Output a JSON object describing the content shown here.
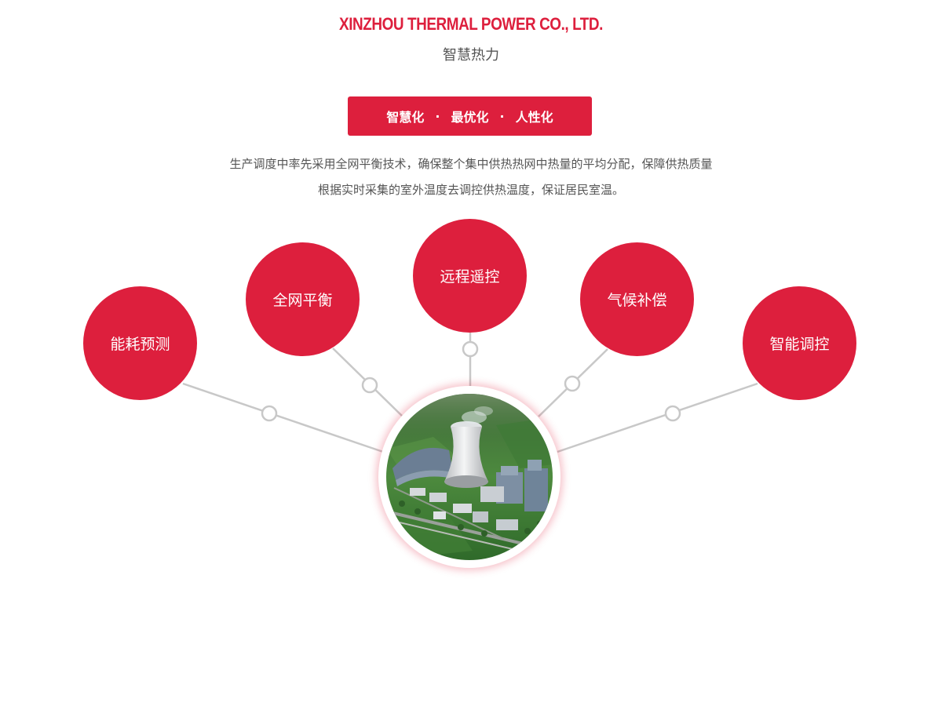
{
  "header": {
    "company": "XINZHOU THERMAL POWER CO., LTD.",
    "subtitle": "智慧热力"
  },
  "banner": {
    "items": [
      "智慧化",
      "最优化",
      "人性化"
    ],
    "separator": "·"
  },
  "description": {
    "line1": "生产调度中率先采用全网平衡技术，确保整个集中供热热网中热量的平均分配，保障供热质量",
    "line2": "根据实时采集的室外温度去调控供热温度，保证居民室温。"
  },
  "features": [
    {
      "label": "能耗预测"
    },
    {
      "label": "全网平衡"
    },
    {
      "label": "远程遥控"
    },
    {
      "label": "气候补偿"
    },
    {
      "label": "智能调控"
    }
  ],
  "center_image": {
    "icon": "thermal-power-plant-illustration"
  },
  "colors": {
    "accent": "#dd1f3d",
    "text": "#555555",
    "connector": "#c8c8c8"
  }
}
